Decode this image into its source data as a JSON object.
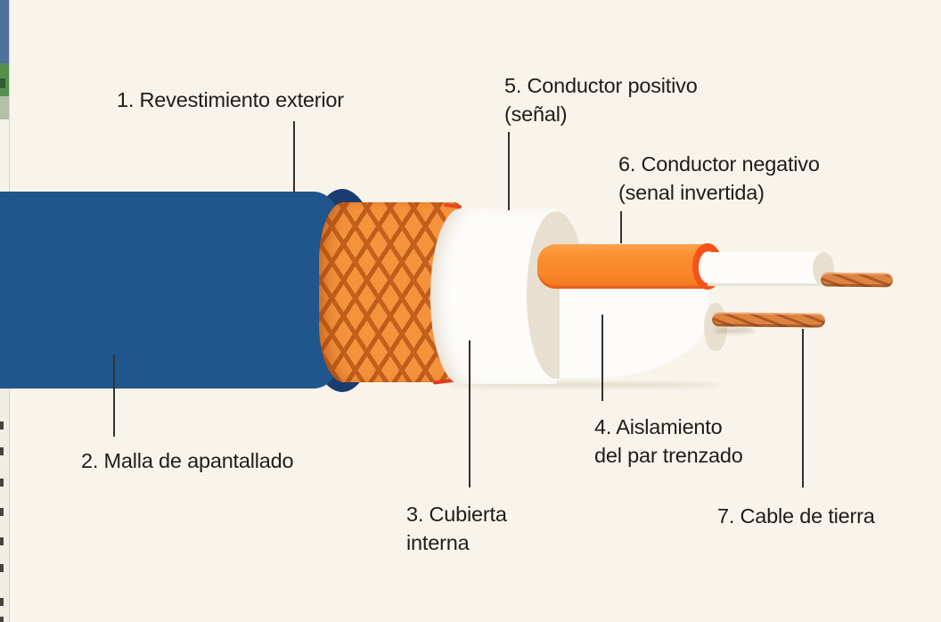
{
  "labels": {
    "revestimiento_exterior": {
      "lines": [
        "1. Revestimiento exterior"
      ]
    },
    "malla_apantallado": {
      "lines": [
        "2. Malla de apantallado"
      ]
    },
    "cubierta_interna": {
      "lines": [
        "3. Cubierta",
        "interna"
      ]
    },
    "aislamiento_par": {
      "lines": [
        "4. Aislamiento",
        "del par trenzado"
      ]
    },
    "conductor_positivo": {
      "lines": [
        "5. Conductor positivo",
        "(señal)"
      ]
    },
    "conductor_negativo": {
      "lines": [
        "6. Conductor negativo",
        "(senal invertida)"
      ]
    },
    "cable_tierra": {
      "lines": [
        "7. Cable de tierra"
      ]
    }
  },
  "palette": {
    "background": "#F9F4EB",
    "text": "#1E1D1B",
    "leader_line": "#343230",
    "jacket_blue": "#20568B",
    "jacket_edge_navy": "#1B3C6E",
    "braid_orange": "#F5933C",
    "braid_weave_line": "#C4601C",
    "sheath_white": "#FDFCFA",
    "end_face_cream": "#E7E0D0",
    "conductor_orange": "#FB8E2E",
    "conductor_rim_red": "#F4531A",
    "copper": "#DF8340",
    "copper_strand": "#AC5A26"
  }
}
